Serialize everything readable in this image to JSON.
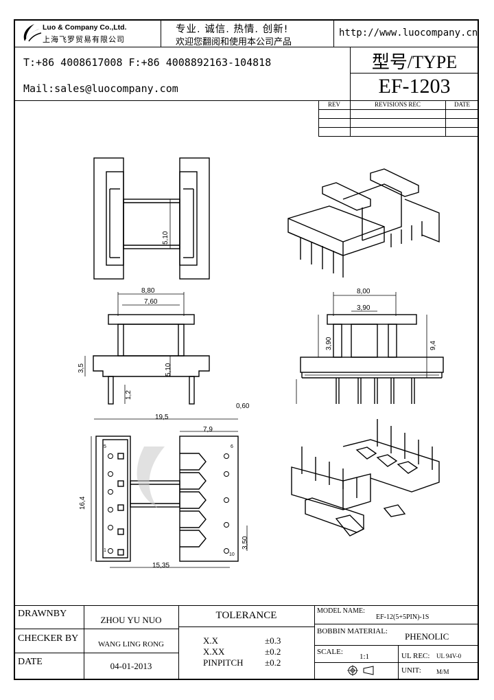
{
  "header": {
    "company_en": "Luo & Company Co.,Ltd.",
    "company_cn": "上海飞罗贸易有限公司",
    "slogan_line1": "专业. 诚信. 热情. 创新!",
    "slogan_line2": "欢迎您翻阅和使用本公司产品",
    "url": "http://www.luocompany.cn",
    "phone_fax": "T:+86 4008617008 F:+86 4008892163-104818",
    "mail": "Mail:sales@luocompany.com",
    "type_label": "型号/TYPE",
    "model_no": "EF-1203"
  },
  "revisions": {
    "col_rev": "REV",
    "col_rec": "REVISIONS REC",
    "col_date": "DATE"
  },
  "dimensions": {
    "top_h": "5,10",
    "front_w_outer": "8,80",
    "front_w_inner": "7,60",
    "front_left_h": "3,5",
    "front_mid_h": "5,10",
    "front_pin_h": "1,2",
    "side_w_outer": "8,00",
    "side_w_inner": "3,90",
    "side_h_upper": "3,90",
    "side_h_total": "9,4",
    "side_pin_d": "0,60",
    "bottom_w": "19,5",
    "bottom_right_w": "7,9",
    "bottom_h": "16,4",
    "bottom_pitch": "3,50",
    "bottom_span": "15,35",
    "pin_label_5": "5",
    "pin_label_1": "1",
    "pin_label_6": "6",
    "pin_label_10": "10"
  },
  "title_block": {
    "drawnby_label": "DRAWNBY",
    "drawnby_value": "ZHOU YU NUO",
    "checker_label": "CHECKER BY",
    "checker_value": "WANG LING RONG",
    "date_label": "DATE",
    "date_value": "04-01-2013",
    "tolerance_label": "TOLERANCE",
    "tol_rows": [
      {
        "k": "X.X",
        "v": "±0.3"
      },
      {
        "k": "X.XX",
        "v": "±0.2"
      },
      {
        "k": "PINPITCH",
        "v": "±0.2"
      }
    ],
    "model_name_label": "MODEL NAME:",
    "model_name_value": "EF-12(5+5PIN)-1S",
    "bobbin_label": "BOBBIN MATERIAL:",
    "bobbin_value": "PHENOLIC",
    "scale_label": "SCALE:",
    "scale_value": "1:1",
    "ul_label": "UL REC:",
    "ul_value": "UL 94V-0",
    "unit_label": "UNIT:",
    "unit_value": "M/M"
  }
}
